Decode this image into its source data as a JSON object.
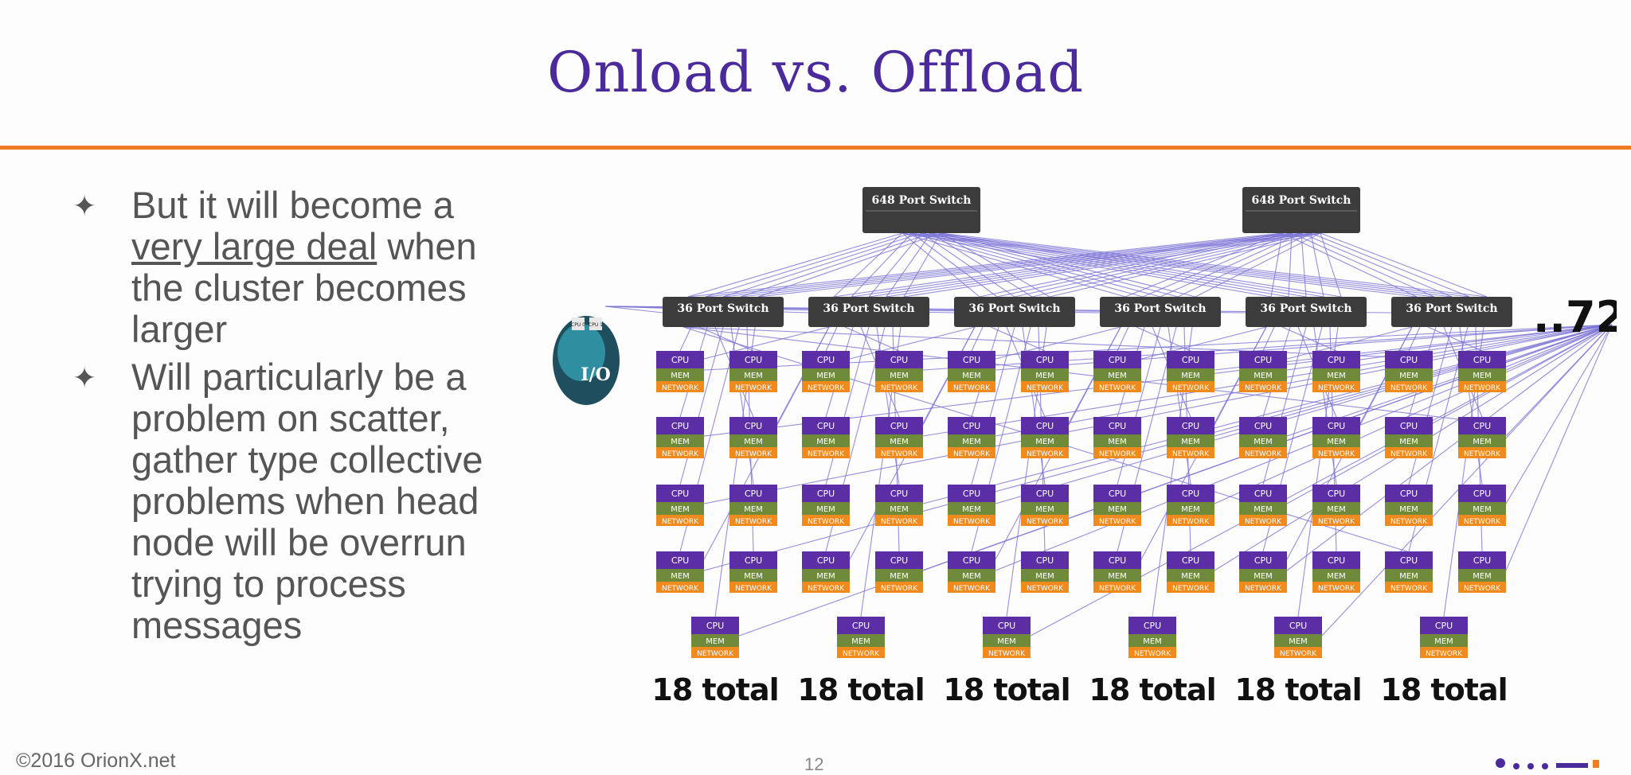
{
  "slide": {
    "title": "Onload vs. Offload",
    "bullets": [
      {
        "pre": "But it will become a ",
        "emph": "very large deal",
        "post": " when the cluster becomes larger"
      },
      {
        "text": "Will particularly be a problem on scatter, gather type collective problems when head node will be overrun trying to process messages"
      }
    ],
    "footer": "©2016 OrionX.net",
    "page_number": "12"
  },
  "diagram": {
    "top_switch_label": "648 Port Switch",
    "top_switch_count": 2,
    "leaf_switch_label": "36 Port Switch",
    "leaf_switch_count": 6,
    "more_label": "..72",
    "head_node_label": "I/O",
    "head_chip_labels": [
      "CPU 0",
      "CPU 1"
    ],
    "node_labels": {
      "cpu": "CPU",
      "mem": "MEM",
      "network": "NETWORK"
    },
    "group_label": "18 total",
    "colors": {
      "cpu": "#5b2ea6",
      "mem": "#6f8a3a",
      "network": "#f08a1c",
      "link": "#7b73d6",
      "switch": "#3c3c3c",
      "accent": "#ee7d22",
      "title": "#4b2a9c"
    }
  }
}
